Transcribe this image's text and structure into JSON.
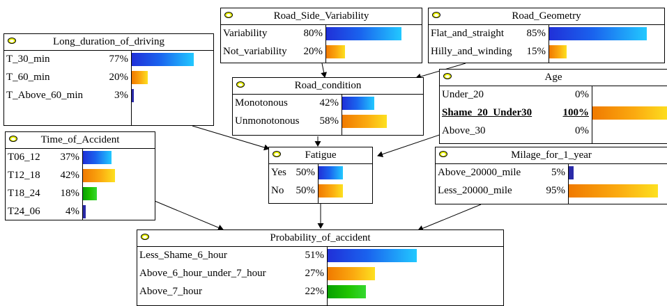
{
  "colors": {
    "blue": "#1a63ee",
    "orange": "#fbaa10",
    "green": "#20c500",
    "navy": "#2a2aa8"
  },
  "nodes": {
    "road_side": {
      "title": "Road_Side_Variability",
      "rows": [
        {
          "label": "Variability",
          "pct": "80%",
          "value": 0.8,
          "color": "blue"
        },
        {
          "label": "Not_variability",
          "pct": "20%",
          "value": 0.2,
          "color": "orange"
        }
      ]
    },
    "road_geometry": {
      "title": "Road_Geometry",
      "rows": [
        {
          "label": "Flat_and_straight",
          "pct": "85%",
          "value": 0.85,
          "color": "blue"
        },
        {
          "label": "Hilly_and_winding",
          "pct": "15%",
          "value": 0.15,
          "color": "orange"
        }
      ]
    },
    "long_duration": {
      "title": "Long_duration_of_driving",
      "rows": [
        {
          "label": "T_30_min",
          "pct": "77%",
          "value": 0.77,
          "color": "blue"
        },
        {
          "label": "T_60_min",
          "pct": "20%",
          "value": 0.2,
          "color": "orange"
        },
        {
          "label": "T_Above_60_min",
          "pct": "3%",
          "value": 0.03,
          "color": "navy"
        }
      ]
    },
    "road_condition": {
      "title": "Road_condition",
      "rows": [
        {
          "label": "Monotonous",
          "pct": "42%",
          "value": 0.42,
          "color": "blue"
        },
        {
          "label": "Unmonotonous",
          "pct": "58%",
          "value": 0.58,
          "color": "orange"
        }
      ]
    },
    "age": {
      "title": "Age",
      "rows": [
        {
          "label": "Under_20",
          "pct": "0%",
          "value": 0.0,
          "color": "blue"
        },
        {
          "label": "Shame_20_Under30",
          "pct": "100%",
          "value": 1.0,
          "color": "orange",
          "selected": true
        },
        {
          "label": "Above_30",
          "pct": "0%",
          "value": 0.0,
          "color": "green"
        }
      ]
    },
    "time_accident": {
      "title": "Time_of_Accident",
      "rows": [
        {
          "label": "T06_12",
          "pct": "37%",
          "value": 0.37,
          "color": "blue"
        },
        {
          "label": "T12_18",
          "pct": "42%",
          "value": 0.42,
          "color": "orange"
        },
        {
          "label": "T18_24",
          "pct": "18%",
          "value": 0.18,
          "color": "green"
        },
        {
          "label": "T24_06",
          "pct": "4%",
          "value": 0.04,
          "color": "navy"
        }
      ]
    },
    "fatigue": {
      "title": "Fatigue",
      "rows": [
        {
          "label": "Yes",
          "pct": "50%",
          "value": 0.5,
          "color": "blue"
        },
        {
          "label": "No",
          "pct": "50%",
          "value": 0.5,
          "color": "orange"
        }
      ]
    },
    "mileage": {
      "title": "Milage_for_1_year",
      "rows": [
        {
          "label": "Above_20000_mile",
          "pct": "5%",
          "value": 0.05,
          "color": "navy"
        },
        {
          "label": "Less_20000_mile",
          "pct": "95%",
          "value": 0.95,
          "color": "orange"
        }
      ]
    },
    "probability": {
      "title": "Probability_of_accident",
      "rows": [
        {
          "label": "Less_Shame_6_hour",
          "pct": "51%",
          "value": 0.51,
          "color": "blue"
        },
        {
          "label": "Above_6_hour_under_7_hour",
          "pct": "27%",
          "value": 0.27,
          "color": "orange"
        },
        {
          "label": "Above_7_hour",
          "pct": "22%",
          "value": 0.22,
          "color": "green"
        }
      ]
    }
  }
}
